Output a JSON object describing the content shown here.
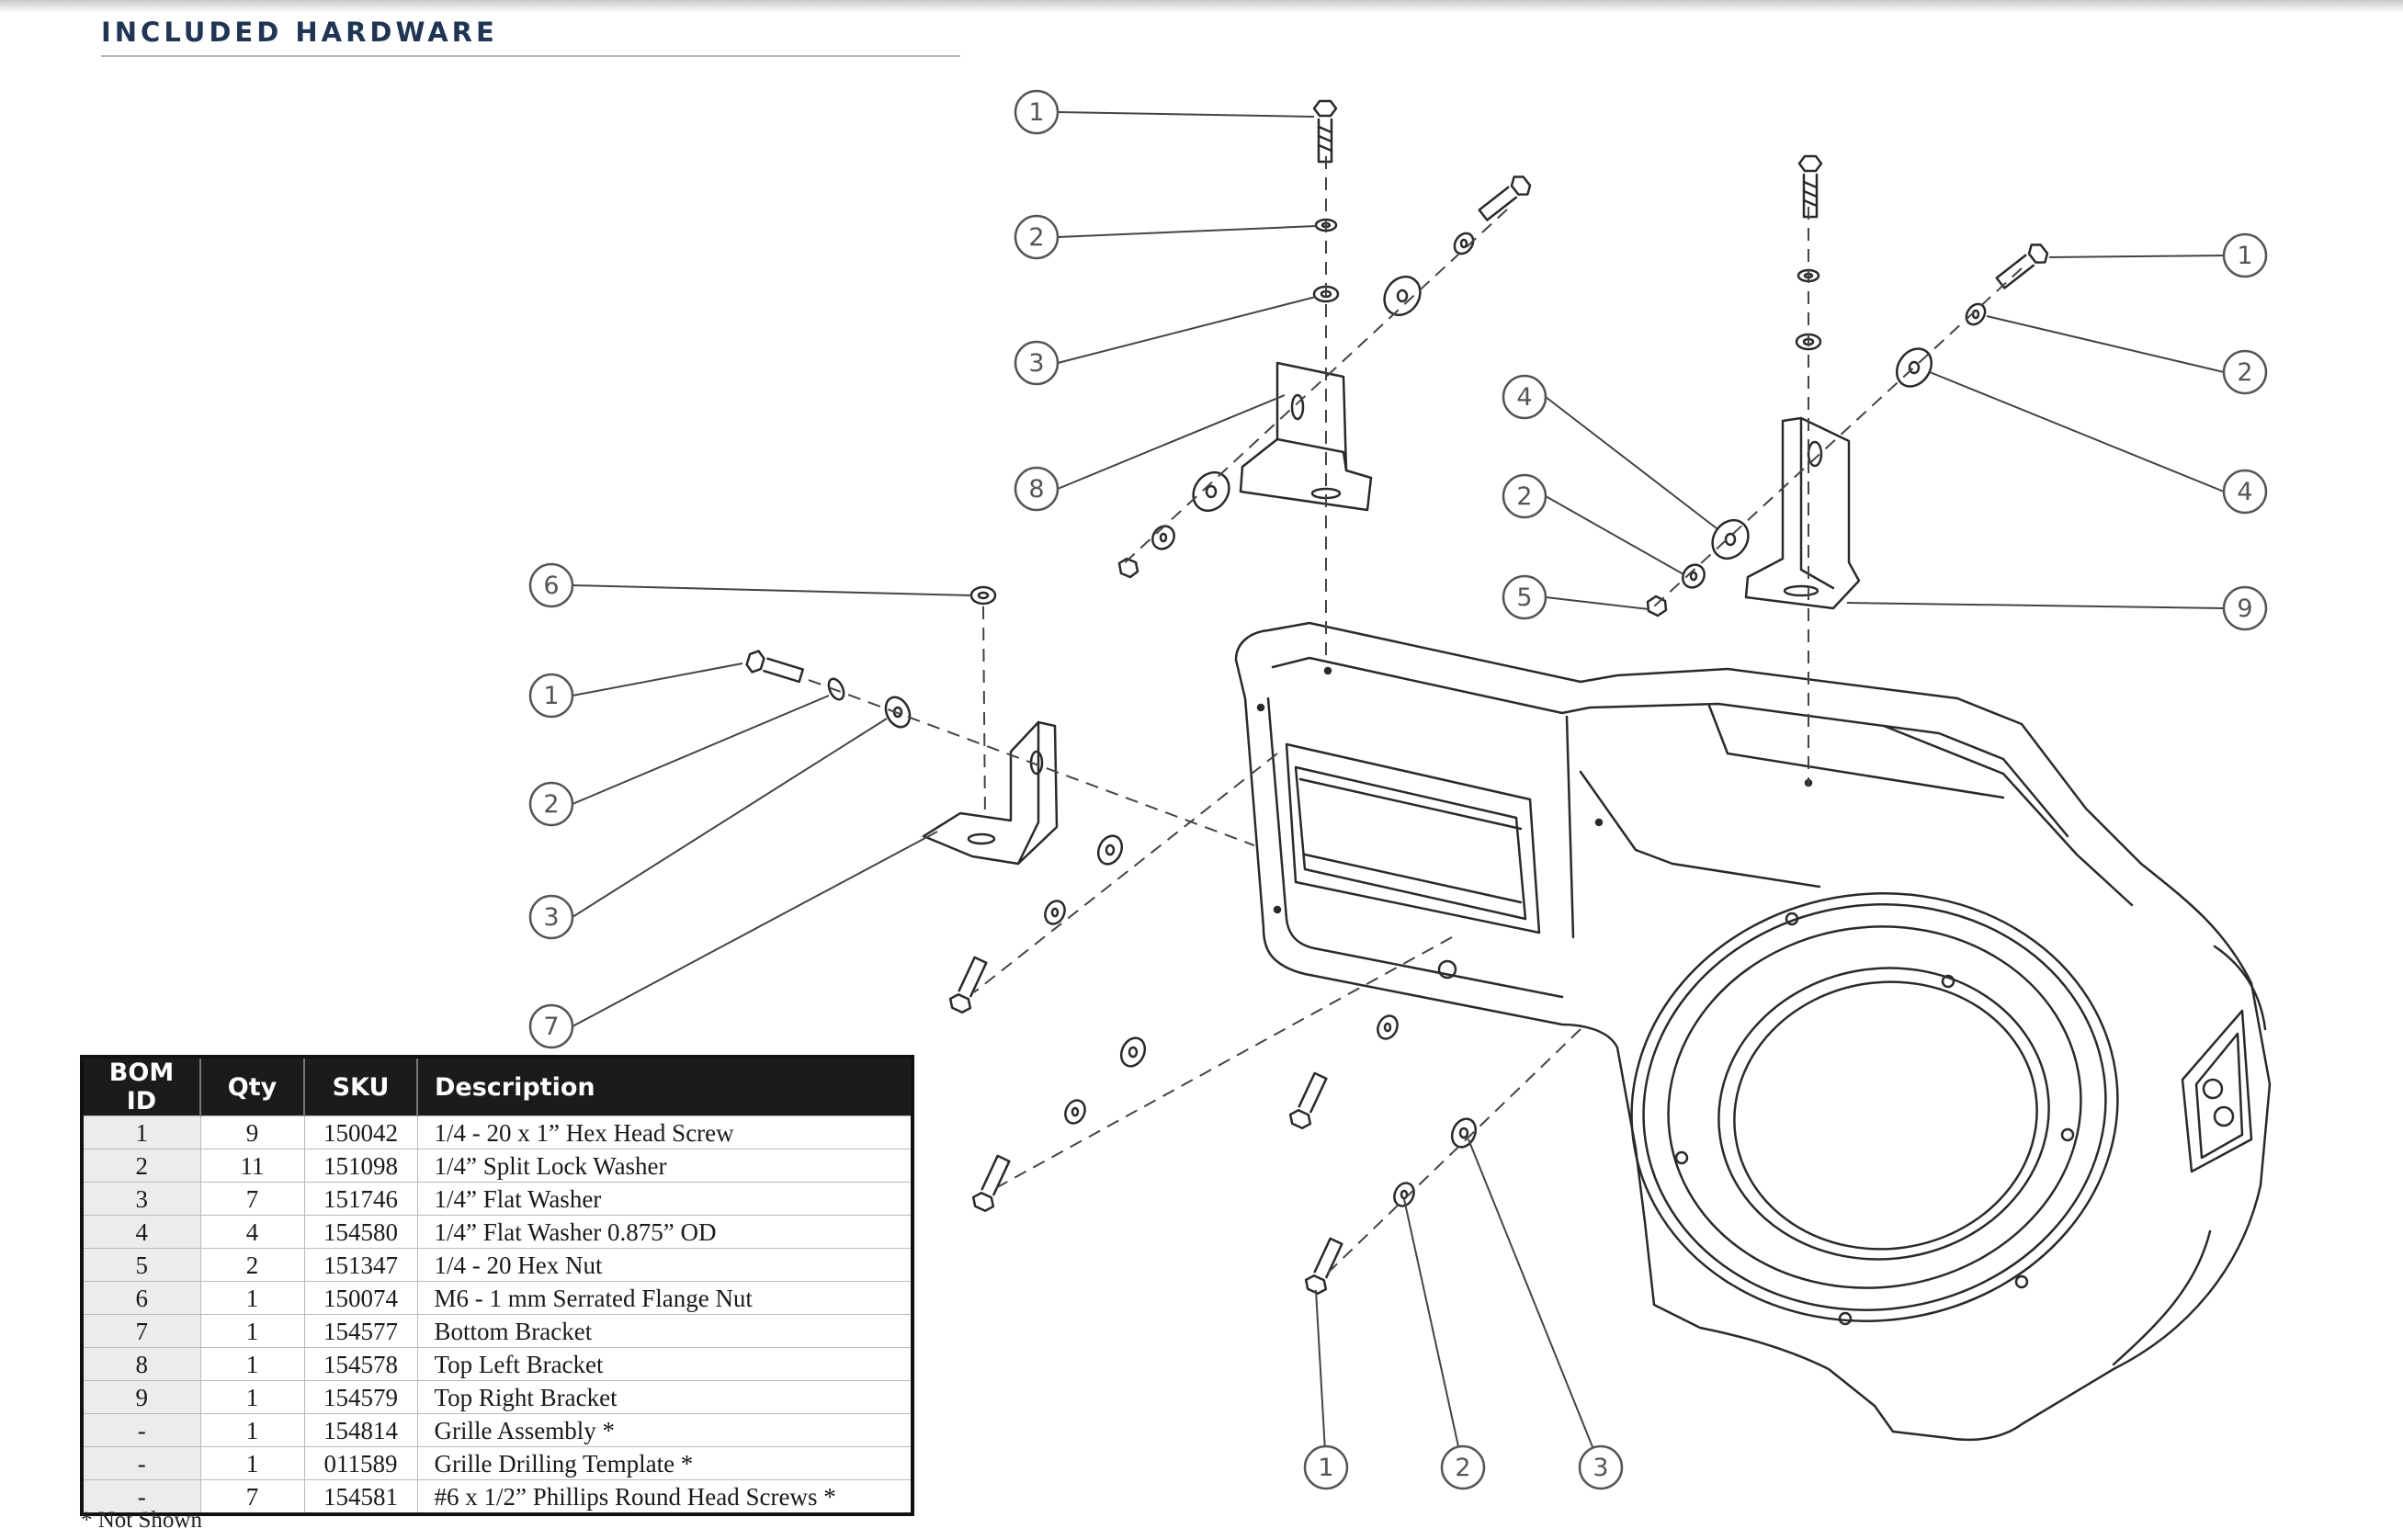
{
  "header": {
    "title": "INCLUDED HARDWARE"
  },
  "table": {
    "columns": [
      "BOM ID",
      "Qty",
      "SKU",
      "Description"
    ],
    "rows": [
      [
        "1",
        "9",
        "150042",
        "1/4 - 20 x 1” Hex Head Screw"
      ],
      [
        "2",
        "11",
        "151098",
        "1/4” Split Lock Washer"
      ],
      [
        "3",
        "7",
        "151746",
        "1/4” Flat Washer"
      ],
      [
        "4",
        "4",
        "154580",
        "1/4” Flat Washer 0.875” OD"
      ],
      [
        "5",
        "2",
        "151347",
        "1/4 - 20 Hex Nut"
      ],
      [
        "6",
        "1",
        "150074",
        "M6 - 1 mm Serrated Flange Nut"
      ],
      [
        "7",
        "1",
        "154577",
        "Bottom Bracket"
      ],
      [
        "8",
        "1",
        "154578",
        "Top Left Bracket"
      ],
      [
        "9",
        "1",
        "154579",
        "Top Right Bracket"
      ],
      [
        "-",
        "1",
        "154814",
        "Grille Assembly *"
      ],
      [
        "-",
        "1",
        "011589",
        "Grille Drilling Template *"
      ],
      [
        "-",
        "7",
        "154581",
        "#6  x 1/2” Phillips Round Head Screws *"
      ]
    ]
  },
  "footnote": "* Not Shown",
  "callouts": [
    "1",
    "2",
    "3",
    "8",
    "1",
    "2",
    "4",
    "9",
    "4",
    "2",
    "5",
    "6",
    "1",
    "2",
    "3",
    "7",
    "1",
    "2",
    "3"
  ],
  "colors": {
    "title": "#1f3556",
    "line": "#333333",
    "table_header_bg": "#1b1b1b"
  }
}
